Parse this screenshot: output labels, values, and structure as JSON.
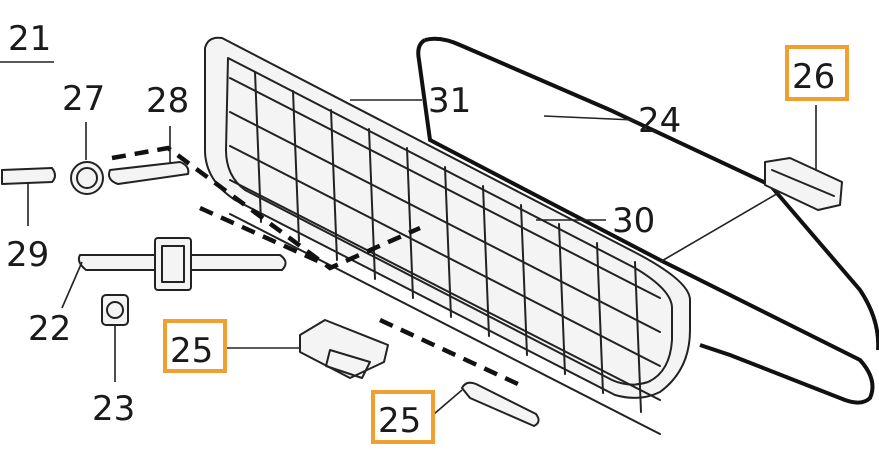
{
  "highlight_color": "#f0a030",
  "callouts": [
    {
      "id": "21",
      "label": "21",
      "highlighted": false
    },
    {
      "id": "27",
      "label": "27",
      "highlighted": false
    },
    {
      "id": "28",
      "label": "28",
      "highlighted": false
    },
    {
      "id": "29",
      "label": "29",
      "highlighted": false
    },
    {
      "id": "22",
      "label": "22",
      "highlighted": false
    },
    {
      "id": "23",
      "label": "23",
      "highlighted": false
    },
    {
      "id": "25a",
      "label": "25",
      "highlighted": true
    },
    {
      "id": "25b",
      "label": "25",
      "highlighted": true
    },
    {
      "id": "31",
      "label": "31",
      "highlighted": false
    },
    {
      "id": "24",
      "label": "24",
      "highlighted": false
    },
    {
      "id": "30",
      "label": "30",
      "highlighted": false
    },
    {
      "id": "26",
      "label": "26",
      "highlighted": true
    }
  ]
}
